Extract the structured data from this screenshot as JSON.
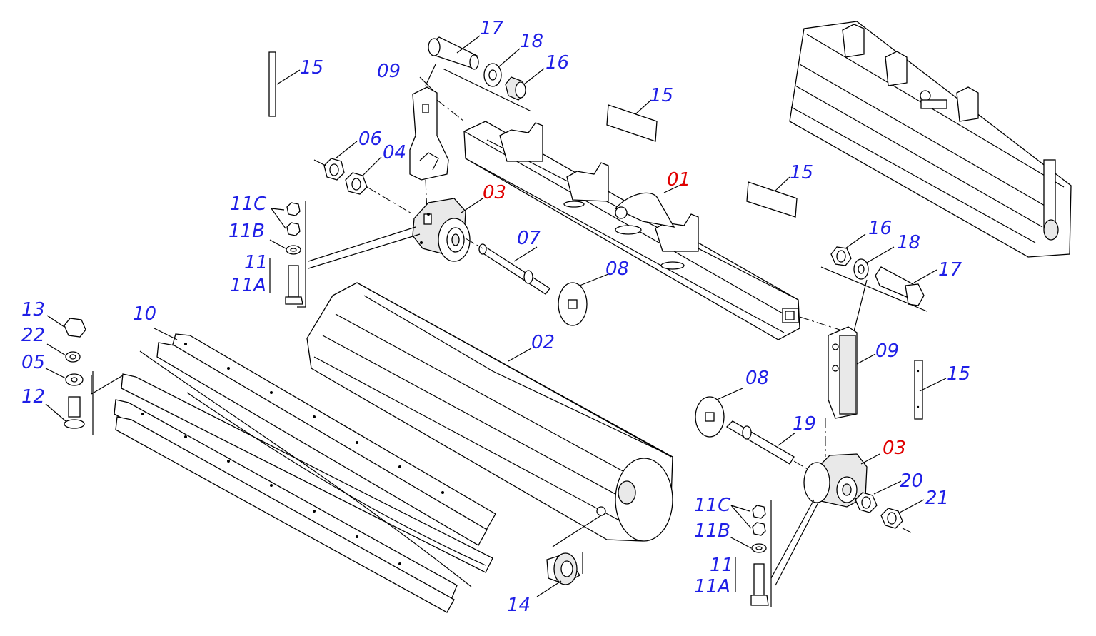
{
  "labels": {
    "l01": "01",
    "l02": "02",
    "l03a": "03",
    "l03b": "03",
    "l04": "04",
    "l05": "05",
    "l06": "06",
    "l07": "07",
    "l08a": "08",
    "l08b": "08",
    "l09a": "09",
    "l09b": "09",
    "l10": "10",
    "l11a": "11",
    "l11Aa": "11A",
    "l11Ba": "11B",
    "l11Ca": "11C",
    "l11b": "11",
    "l11Ab": "11A",
    "l11Bb": "11B",
    "l11Cb": "11C",
    "l12": "12",
    "l13": "13",
    "l14": "14",
    "l15a": "15",
    "l15b": "15",
    "l15c": "15",
    "l15d": "15",
    "l16a": "16",
    "l16b": "16",
    "l17a": "17",
    "l17b": "17",
    "l18a": "18",
    "l18b": "18",
    "l19": "19",
    "l20": "20",
    "l21": "21",
    "l22": "22"
  },
  "colors": {
    "label_blue": "#1f1fe6",
    "label_red": "#e00000",
    "line": "#000000"
  }
}
